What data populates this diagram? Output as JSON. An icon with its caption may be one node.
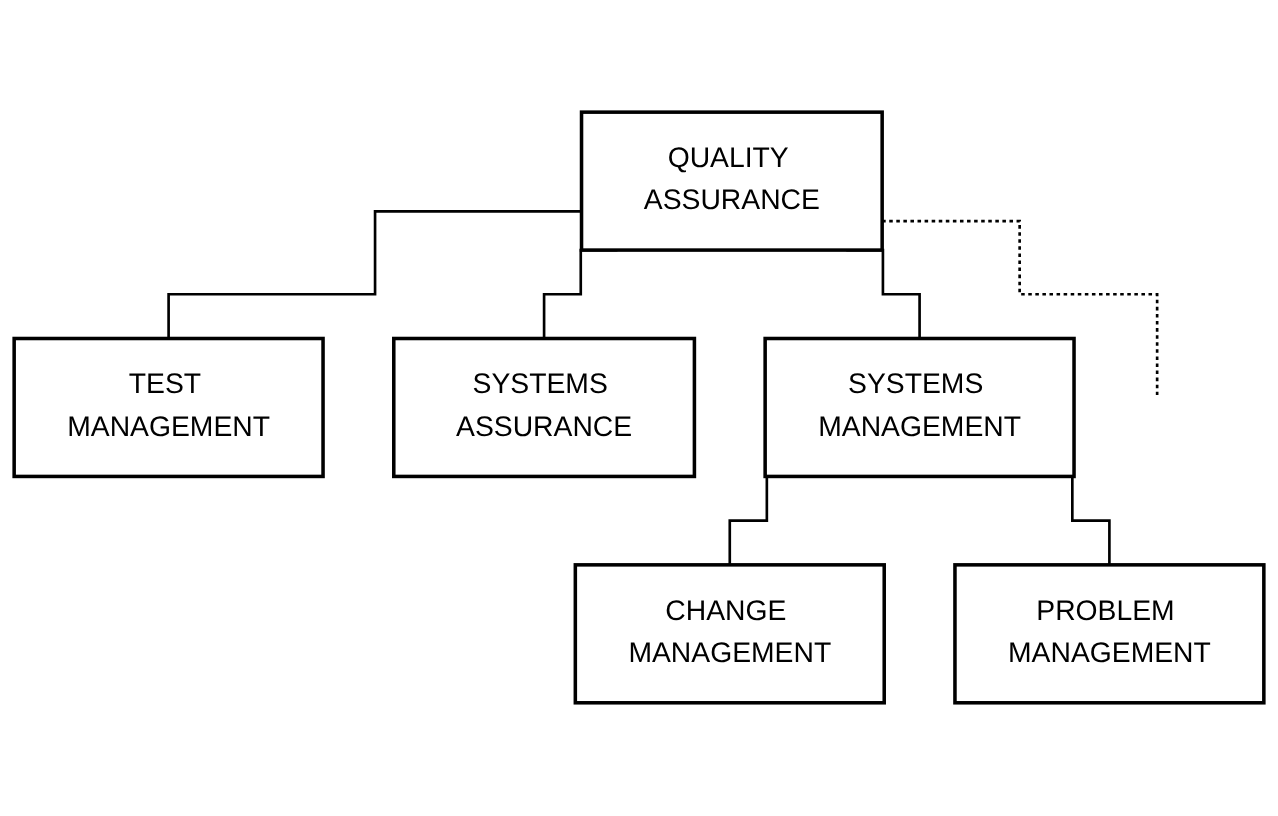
{
  "diagram": {
    "nodes": [
      {
        "text": [
          "QUALITY ASSURANCE"
        ]
      },
      {
        "text": [
          "TEST MANAGEMENT"
        ]
      },
      {
        "text": [
          "SYSTEMS ASSURANCE"
        ]
      },
      {
        "text": [
          "SYSTEMS MANAGEMENT"
        ]
      },
      {
        "text": [
          "CHANGE MANAGEMENT"
        ]
      },
      {
        "text": [
          "PROBLEM MANAGEMENT"
        ]
      }
    ],
    "edges": [
      {
        "from": 0,
        "to": 1,
        "arrow": "none"
      },
      {
        "from": 0,
        "to": 2,
        "arrow": "none"
      },
      {
        "from": 0,
        "to": 3,
        "arrow": "none"
      },
      {
        "from": 0,
        "to": null,
        "arrow": "none",
        "style": "dashed"
      },
      {
        "from": 3,
        "to": 4,
        "arrow": "none"
      },
      {
        "from": 3,
        "to": 5,
        "arrow": "none"
      }
    ]
  }
}
